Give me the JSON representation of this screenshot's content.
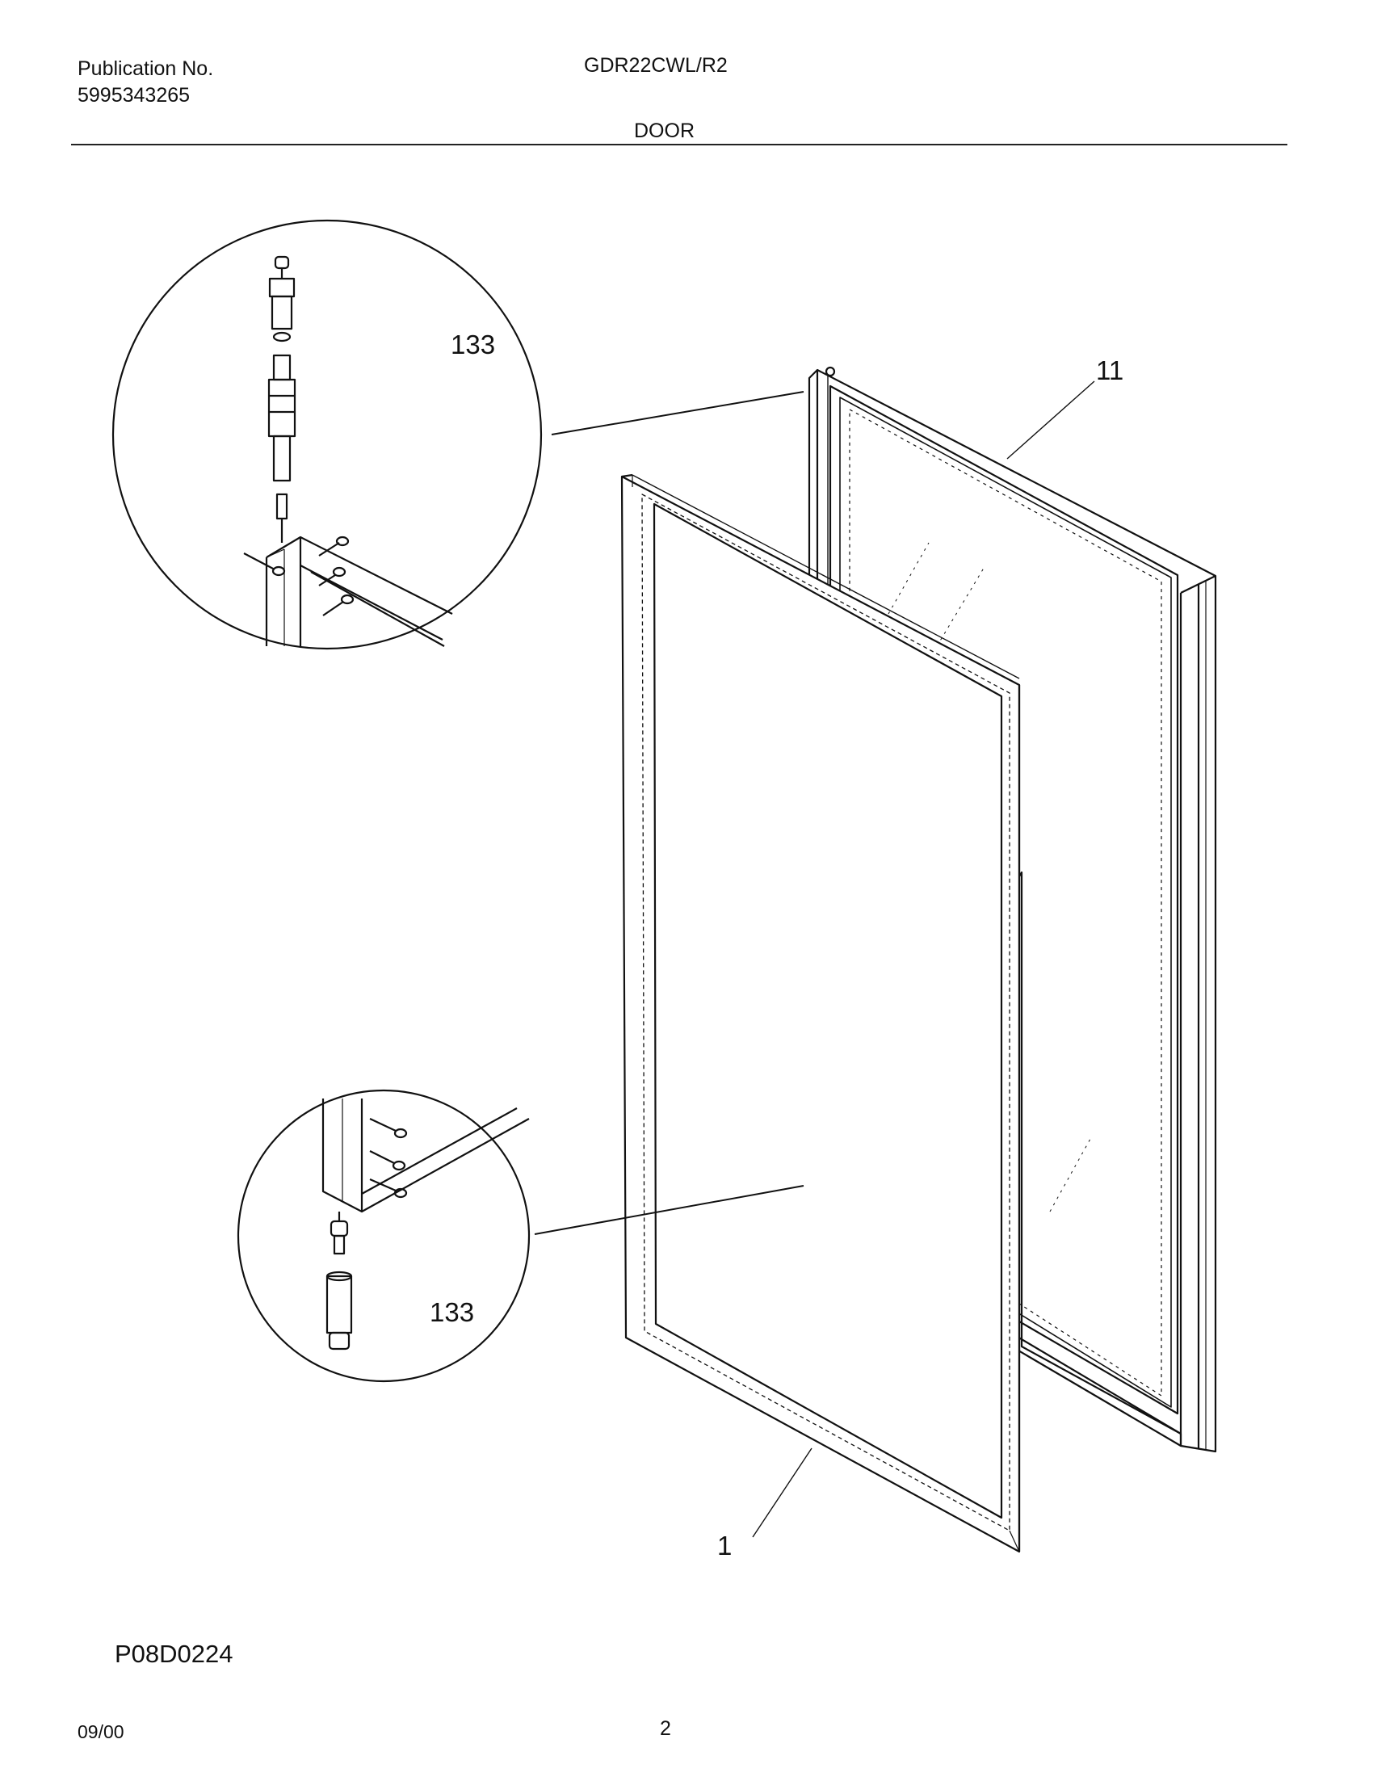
{
  "header": {
    "publication_label": "Publication No.",
    "publication_number": "5995343265",
    "model": "GDR22CWL/R2",
    "section": "DOOR"
  },
  "callouts": {
    "top_detail": "133",
    "bottom_detail": "133",
    "door_panel": "11",
    "door_gasket": "1"
  },
  "footer": {
    "figure_code": "P08D0224",
    "date": "09/00",
    "page_number": "2"
  }
}
